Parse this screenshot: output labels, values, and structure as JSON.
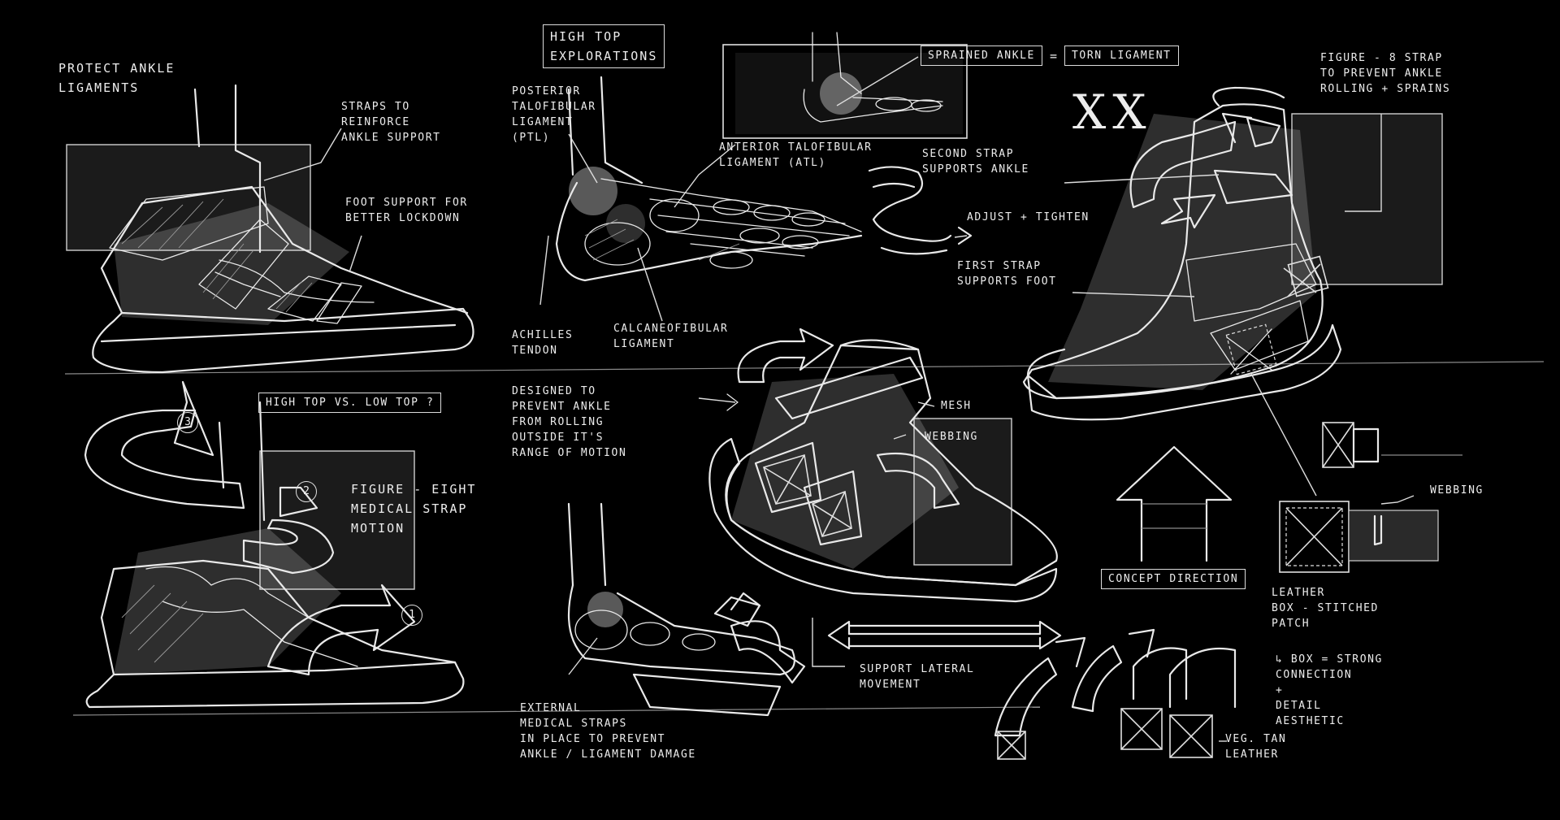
{
  "colors": {
    "background": "#000000",
    "ink": "#e9e9e9"
  },
  "labels": {
    "protect": "PROTECT ANKLE\nLIGAMENTS",
    "straps_reinforce": "STRAPS TO\nREINFORCE\nANKLE SUPPORT",
    "foot_support": "FOOT SUPPORT FOR\nBETTER LOCKDOWN",
    "high_top_expl": "HIGH TOP\nEXPLORATIONS",
    "ptl": "POSTERIOR\nTALOFIBULAR\nLIGAMENT\n(PTL)",
    "atl": "ANTERIOR TALOFIBULAR\nLIGAMENT (ATL)",
    "achilles": "ACHILLES\nTENDON",
    "calcaneo": "CALCANEOFIBULAR\nLIGAMENT",
    "sprained": "SPRAINED ANKLE",
    "equals": "=",
    "torn": "TORN LIGAMENT",
    "xx": "XX",
    "second_strap": "SECOND STRAP\nSUPPORTS ANKLE",
    "adjust": "ADJUST + TIGHTEN",
    "first_strap": "FIRST STRAP\nSUPPORTS FOOT",
    "fig8_strap": "FIGURE - 8 STRAP\nTO PREVENT ANKLE\nROLLING + SPRAINS",
    "high_vs_low": "HIGH TOP VS. LOW TOP ?",
    "fig8_motion": "FIGURE - EIGHT\nMEDICAL STRAP\nMOTION",
    "designed": "DESIGNED TO\nPREVENT ANKLE\nFROM ROLLING\nOUTSIDE IT'S\nRANGE OF MOTION",
    "mesh": "MESH",
    "webbing_a": "WEBBING",
    "webbing_b": "WEBBING",
    "concept": "CONCEPT DIRECTION",
    "leather_patch": "LEATHER\nBOX - STITCHED\nPATCH",
    "box_strong": "↳ BOX = STRONG\n       CONNECTION\n            +\n        DETAIL\n        AESTHETIC",
    "support_lateral": "SUPPORT LATERAL\nMOVEMENT",
    "external": "EXTERNAL\nMEDICAL STRAPS\nIN PLACE TO PREVENT\nANKLE / LIGAMENT DAMAGE",
    "veg_tan": "VEG. TAN\nLEATHER",
    "n1": "1",
    "n2": "2",
    "n3": "3"
  }
}
